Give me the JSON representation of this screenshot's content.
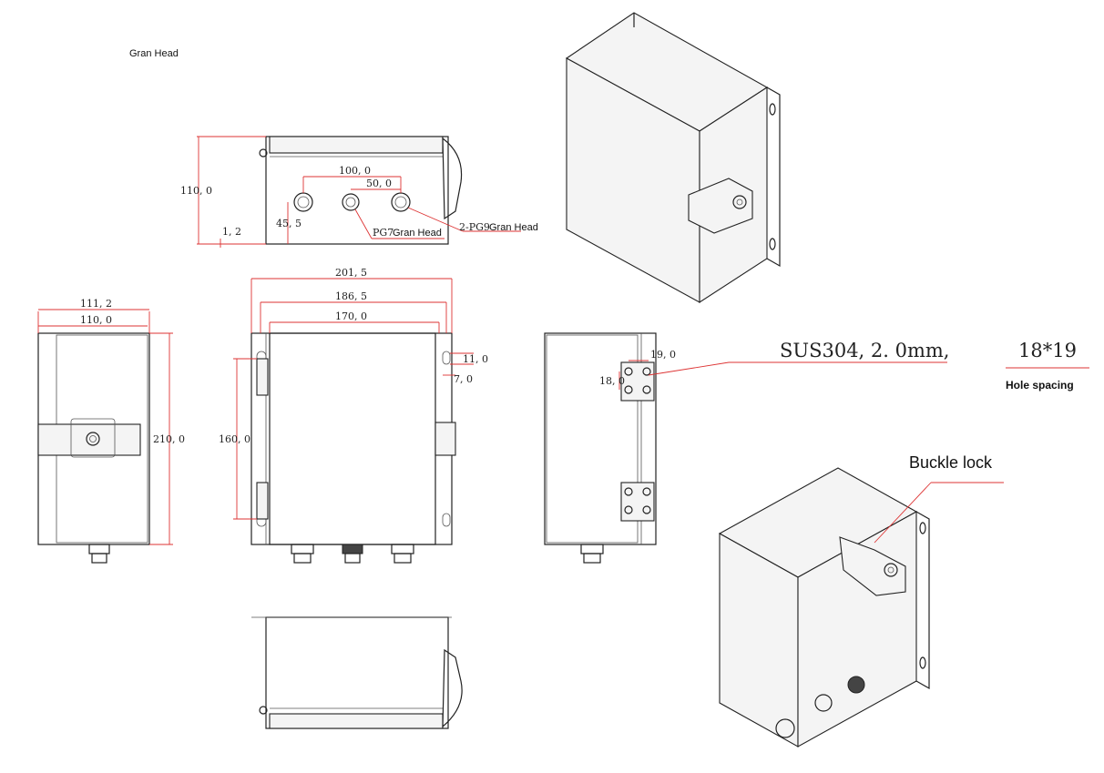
{
  "labels": {
    "gran_head_top": "Gran Head",
    "pg7": "PG7",
    "pg7_gran": "Gran Head",
    "pg9": "2-PG9",
    "pg9_gran": "Gran Head",
    "material": "SUS304, 2. 0mm,",
    "hole_size": "18*19",
    "hole_spacing": "Hole spacing",
    "buckle_lock": "Buckle lock"
  },
  "dimensions": {
    "top_height": "110, 0",
    "top_width_holes": "100, 0",
    "top_hole_gap": "50, 0",
    "top_hole_offset": "45, 5",
    "top_flange": "1, 2",
    "front_w_outer": "201, 5",
    "front_w_mid": "186, 5",
    "front_w_inner": "170, 0",
    "front_slot_w": "11, 0",
    "front_slot_h": "7, 0",
    "front_hole_spacing": "160, 0",
    "side_w_outer": "111, 2",
    "side_w_inner": "110, 0",
    "side_height": "210, 0",
    "right_hinge_w": "19, 0",
    "right_hinge_h": "18, 0"
  }
}
